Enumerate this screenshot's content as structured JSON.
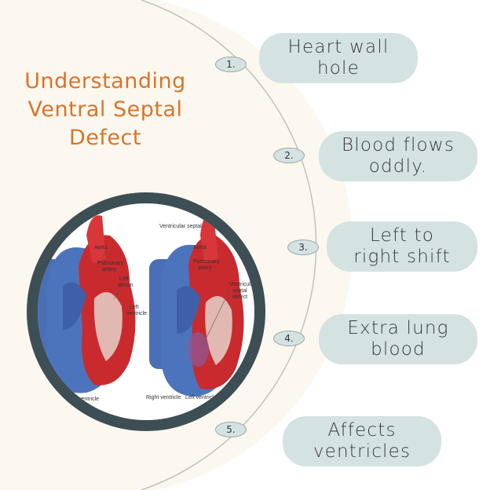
{
  "title": {
    "line1": "Understanding",
    "line2": "Ventral Septal",
    "line3": "Defect"
  },
  "steps": [
    {
      "number": "1.",
      "line1": "Heart wall",
      "line2": "hole"
    },
    {
      "number": "2.",
      "line1": "Blood flows",
      "line2": "oddly."
    },
    {
      "number": "3.",
      "line1": "Left to",
      "line2": "right shift"
    },
    {
      "number": "4.",
      "line1": "Extra lung",
      "line2": "blood"
    },
    {
      "number": "5.",
      "line1": "Affects",
      "line2": "ventricles"
    }
  ],
  "illustration": {
    "labels": {
      "aorta_left": "Aorta",
      "pulmonary_artery_left": "Pulmonary\nartery",
      "left_atrium": "Left\natrium",
      "left_ventricle": "Left\nventricle",
      "ventricle_bottom_left": "ventricle",
      "ventricular_septum_top": "Ventricular septal",
      "aorta_right": "Aorta",
      "pulmonary_artery_right": "Pulmonary\nartery",
      "vsd": "Ventricular\nseptal\ndefect",
      "right_ventricle": "Right ventricle",
      "left_ventricle_bottom": "Left ventricle"
    }
  },
  "colors": {
    "title": "#d9742b",
    "pill": "#d4e3e2",
    "ring": "#3d4e54",
    "background_left": "#fcf8ef",
    "arc": "#bfc2c2"
  }
}
